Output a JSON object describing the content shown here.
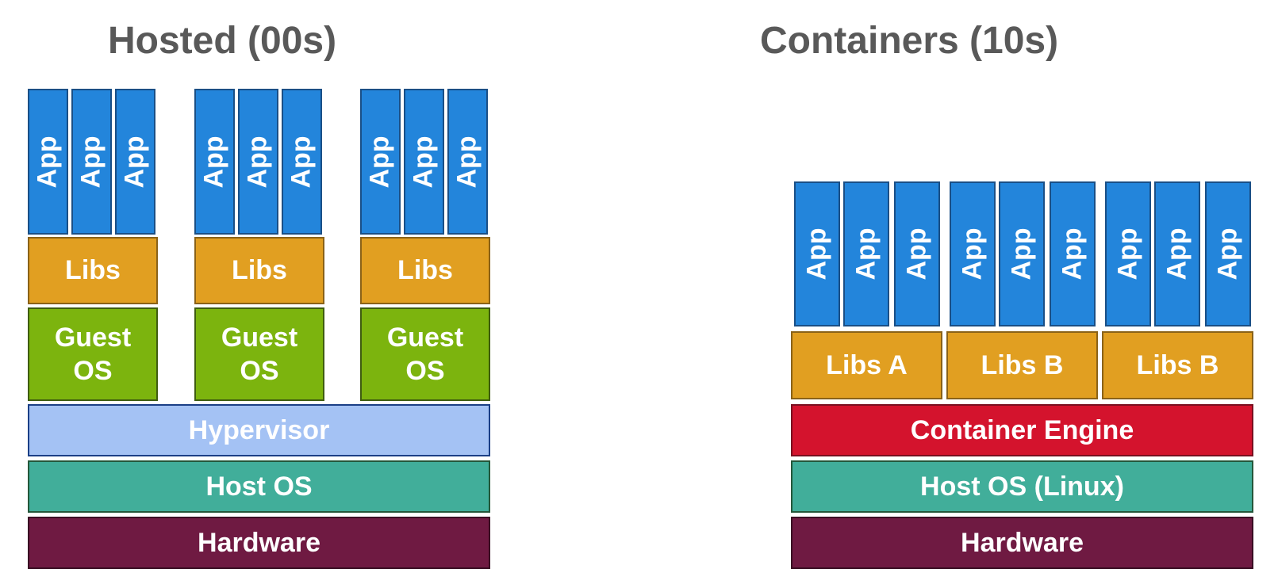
{
  "hosted": {
    "title": "Hosted (00s)",
    "vms": [
      {
        "apps": [
          "App",
          "App",
          "App"
        ],
        "libs": "Libs",
        "guest_os": "Guest\nOS"
      },
      {
        "apps": [
          "App",
          "App",
          "App"
        ],
        "libs": "Libs",
        "guest_os": "Guest\nOS"
      },
      {
        "apps": [
          "App",
          "App",
          "App"
        ],
        "libs": "Libs",
        "guest_os": "Guest\nOS"
      }
    ],
    "hypervisor": "Hypervisor",
    "host_os": "Host OS",
    "hardware": "Hardware"
  },
  "containers": {
    "title": "Containers (10s)",
    "groups": [
      {
        "apps": [
          "App",
          "App",
          "App"
        ],
        "libs": "Libs A"
      },
      {
        "apps": [
          "App",
          "App",
          "App"
        ],
        "libs": "Libs B"
      },
      {
        "apps": [
          "App",
          "App",
          "App"
        ],
        "libs": "Libs B"
      }
    ],
    "engine": "Container Engine",
    "host_os": "Host OS (Linux)",
    "hardware": "Hardware"
  },
  "colors": {
    "app": "#2385db",
    "libs": "#e19f21",
    "guest_os": "#7cb40e",
    "hypervisor": "#a4c2f4",
    "host_os": "#41ae9a",
    "hardware": "#6f1a42",
    "container_engine": "#d4132d",
    "title_text": "#595959"
  }
}
